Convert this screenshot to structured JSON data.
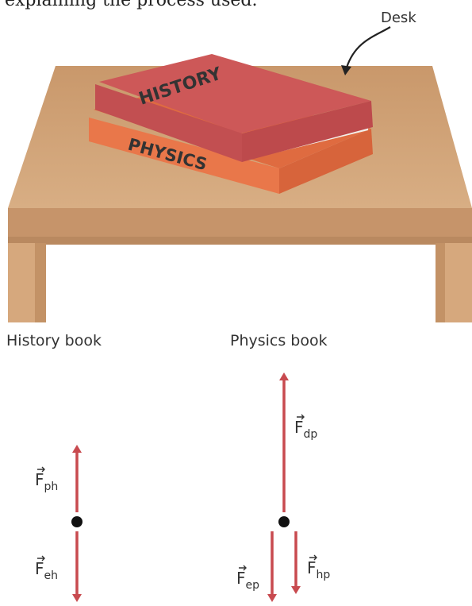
{
  "intro_text": "explaining the process used.",
  "desk_label": "Desk",
  "books": {
    "top": "HISTORY",
    "bottom": "PHYSICS"
  },
  "diagrams": {
    "history": {
      "title": "History book",
      "up_force": {
        "symbol": "F",
        "subscript": "ph"
      },
      "down_force": {
        "symbol": "F",
        "subscript": "eh"
      }
    },
    "physics": {
      "title": "Physics book",
      "up_force": {
        "symbol": "F",
        "subscript": "dp"
      },
      "down_force_left": {
        "symbol": "F",
        "subscript": "ep"
      },
      "down_force_right": {
        "symbol": "F",
        "subscript": "hp"
      }
    }
  },
  "colors": {
    "desk_top": "#d1a47a",
    "desk_front": "#c9976a",
    "history_cover": "#cd5858",
    "physics_cover": "#e9774a",
    "pages": "#f3f0ea",
    "arrow": "#c84a4f"
  }
}
